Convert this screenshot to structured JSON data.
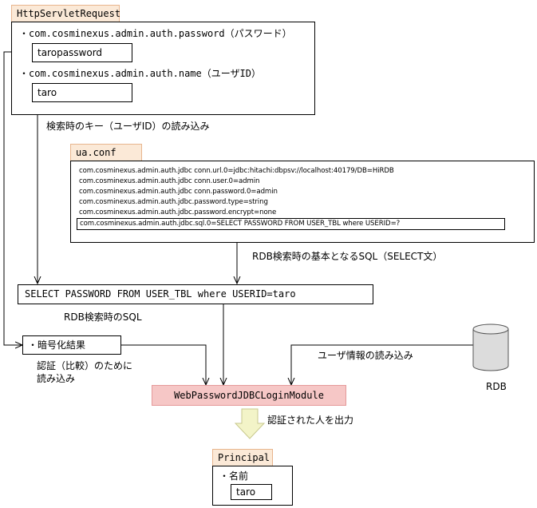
{
  "request": {
    "title": "HttpServletRequest",
    "password_param": "・com.cosminexus.admin.auth.password（パスワード）",
    "password_value": "taropassword",
    "name_param": "・com.cosminexus.admin.auth.name（ユーザID）",
    "name_value": "taro"
  },
  "key_read_label": "検索時のキー（ユーザID）の読み込み",
  "conf": {
    "title": "ua.conf",
    "lines": [
      "com.cosminexus.admin.auth.jdbc conn.url.0=jdbc:hitachi:dbpsv://localhost:40179/DB=HiRDB",
      "com.cosminexus.admin.auth.jdbc conn.user.0=admin",
      "com.cosminexus.admin.auth.jdbc conn.password.0=admin",
      "com.cosminexus.admin.auth.jdbc.password.type=string",
      "com.cosminexus.admin.auth.jdbc.password.encrypt=none",
      "com.cosminexus.admin.auth.jdbc.sql.0=SELECT PASSWORD FROM USER_TBL where USERID=?"
    ]
  },
  "sql_base_label": "RDB検索時の基本となるSQL（SELECT文）",
  "sql_statement": "SELECT PASSWORD FROM USER_TBL where USERID=taro",
  "sql_label": "RDB検索時のSQL",
  "encrypted_result": "・暗号化結果",
  "compare_label_1": "認証（比較）のために",
  "compare_label_2": "読み込み",
  "user_info_label": "ユーザ情報の読み込み",
  "rdb_label": "RDB",
  "module_name": "WebPasswordJDBCLoginModule",
  "output_label": "認証された人を出力",
  "principal": {
    "title": "Principal",
    "name_label": "・名前",
    "name_value": "taro"
  },
  "colors": {
    "tab_fill": "#fbe9d7",
    "module_fill": "#f6c7c6",
    "arrow_fill": "#f3f4c8"
  }
}
